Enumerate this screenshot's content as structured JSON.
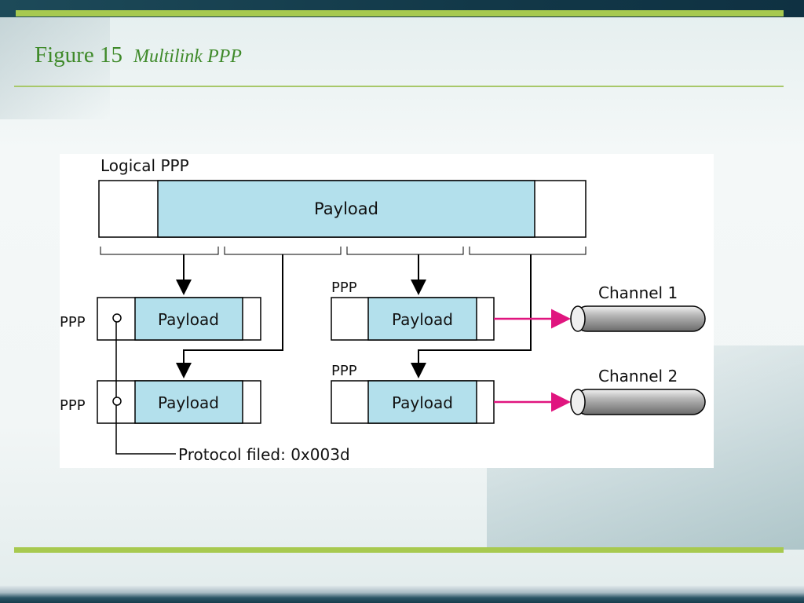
{
  "slide": {
    "figure_number": "Figure 15",
    "figure_title": "Multilink PPP"
  },
  "diagram": {
    "logical_label": "Logical PPP",
    "logical_payload": "Payload",
    "frames": [
      {
        "side_label": "PPP",
        "payload": "Payload"
      },
      {
        "side_label": "PPP",
        "payload": "Payload"
      },
      {
        "side_label": "PPP",
        "payload": "Payload"
      },
      {
        "side_label": "PPP",
        "payload": "Payload"
      }
    ],
    "channels": [
      "Channel 1",
      "Channel 2"
    ],
    "protocol_note": "Protocol filed: 0x003d",
    "colors": {
      "payload_fill": "#b3e0ec",
      "arrow_magenta": "#e0157f",
      "title_green": "#3f8a2a",
      "accent_green": "#a7c94f"
    }
  }
}
